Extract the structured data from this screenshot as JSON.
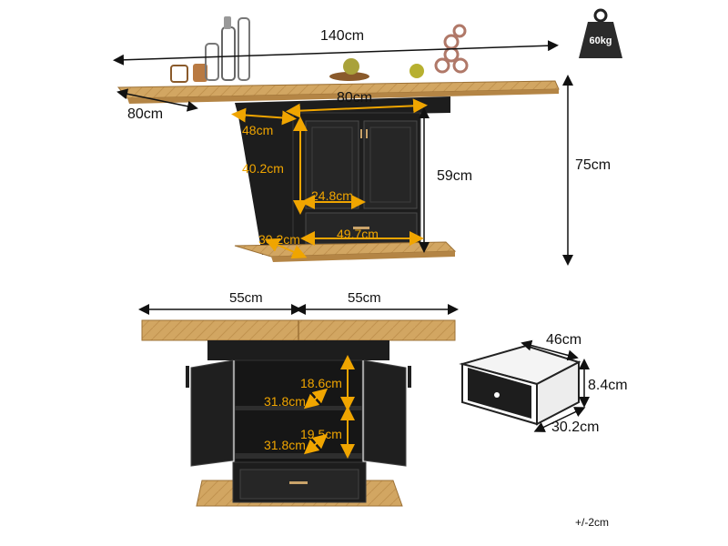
{
  "colors": {
    "oak": "#d2a662",
    "oak_dark": "#b48545",
    "cabinet": "#1d1d1d",
    "cabinet_panel": "#2a2a2a",
    "accent": "#f0a500",
    "line": "#111111"
  },
  "icons": [
    "weight-icon",
    "drawer-icon",
    "cup-icon",
    "bottle-icon",
    "fruit-icon"
  ],
  "weight": {
    "label": "60kg"
  },
  "top_view": {
    "length": "140cm",
    "depth": "80cm",
    "inner_width": "80cm",
    "inner_depth": "48cm",
    "height": "75cm",
    "cabinet_height": "40.2cm",
    "body_height": "59cm",
    "door_width": "24.8cm",
    "base_depth": "30.2cm",
    "drawer_width": "49.7cm"
  },
  "front_view": {
    "left_leaf": "55cm",
    "right_leaf": "55cm",
    "shelf_upper_height": "18.6cm",
    "shelf_upper_depth": "31.8cm",
    "shelf_lower_height": "19.5cm",
    "shelf_lower_depth": "31.8cm"
  },
  "drawer": {
    "width": "46cm",
    "height": "8.4cm",
    "depth": "30.2cm"
  },
  "tolerance": "+/-2cm"
}
